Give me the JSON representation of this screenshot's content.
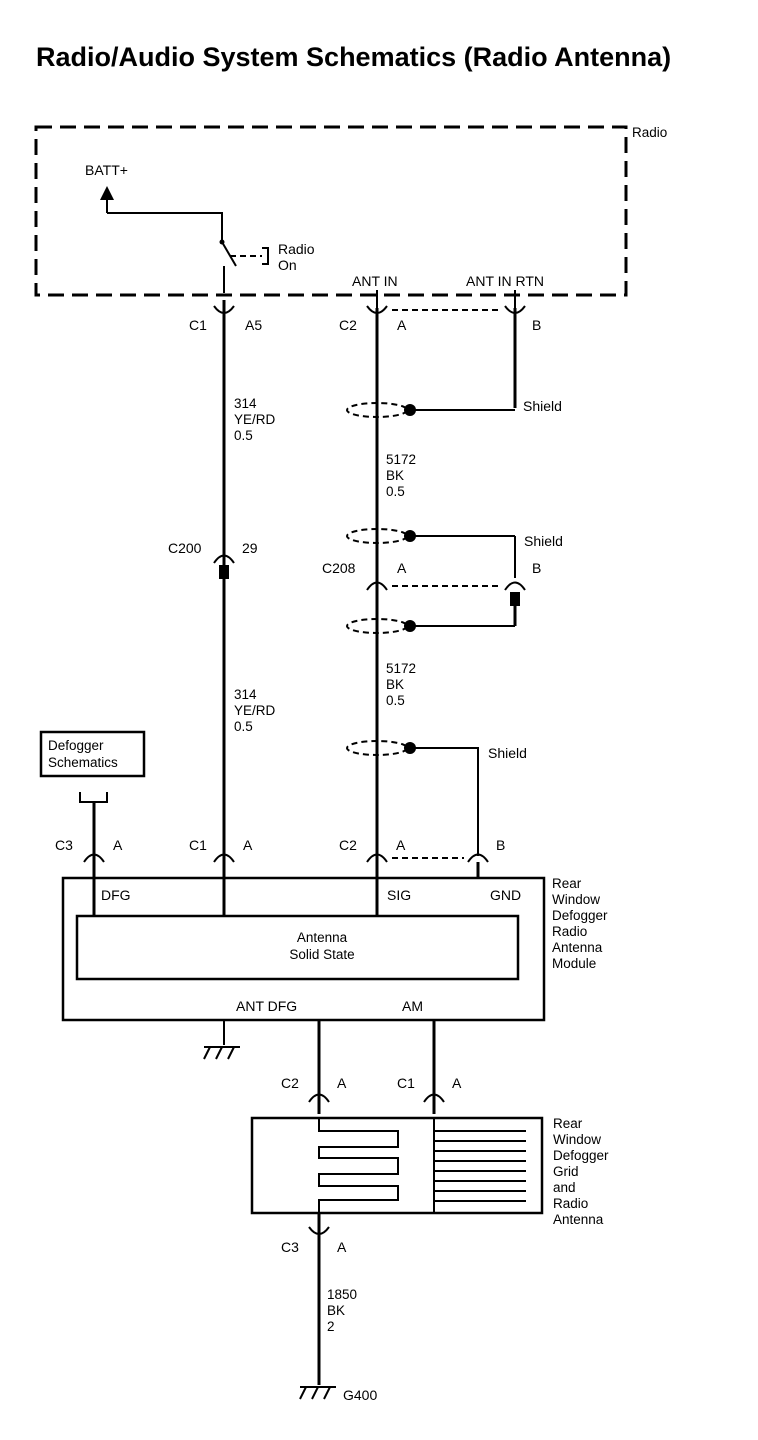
{
  "title": "Radio/Audio System Schematics (Radio Antenna)",
  "radio": {
    "name": "Radio",
    "batt": "BATT+",
    "switch_label": [
      "Radio",
      "On"
    ],
    "ant_in": "ANT IN",
    "ant_in_rtn": "ANT IN RTN"
  },
  "connectors": {
    "c1_radio": "C1",
    "a5": "A5",
    "c2_radio": "C2",
    "a_radio": "A",
    "b_radio": "B",
    "c200": "C200",
    "pin29": "29",
    "c208": "C208",
    "a_c208": "A",
    "b_c208": "B",
    "c3_mod": "C3",
    "a_c3": "A",
    "c1_mod": "C1",
    "a_c1": "A",
    "c2_mod": "C2",
    "a_c2": "A",
    "b_c2": "B",
    "c2_grid": "C2",
    "a_c2g": "A",
    "c1_grid": "C1",
    "a_c1g": "A",
    "c3_grid": "C3",
    "a_c3g": "A"
  },
  "wires": {
    "w314_top": [
      "314",
      "YE/RD",
      "0.5"
    ],
    "w314_bot": [
      "314",
      "YE/RD",
      "0.5"
    ],
    "w5172_top": [
      "5172",
      "BK",
      "0.5"
    ],
    "w5172_bot": [
      "5172",
      "BK",
      "0.5"
    ],
    "w1850": [
      "1850",
      "BK",
      "2"
    ]
  },
  "shields": [
    "Shield",
    "Shield",
    "Shield"
  ],
  "defogger_ref": [
    "Defogger",
    "Schematics"
  ],
  "module": {
    "name": [
      "Rear",
      "Window",
      "Defogger",
      "Radio",
      "Antenna",
      "Module"
    ],
    "inner": [
      "Antenna",
      "Solid State"
    ],
    "dfg": "DFG",
    "sig": "SIG",
    "gnd": "GND",
    "ant_dfg": "ANT DFG",
    "am": "AM"
  },
  "grid": {
    "name": [
      "Rear",
      "Window",
      "Defogger",
      "Grid",
      "and",
      "Radio",
      "Antenna"
    ]
  },
  "ground": "G400"
}
